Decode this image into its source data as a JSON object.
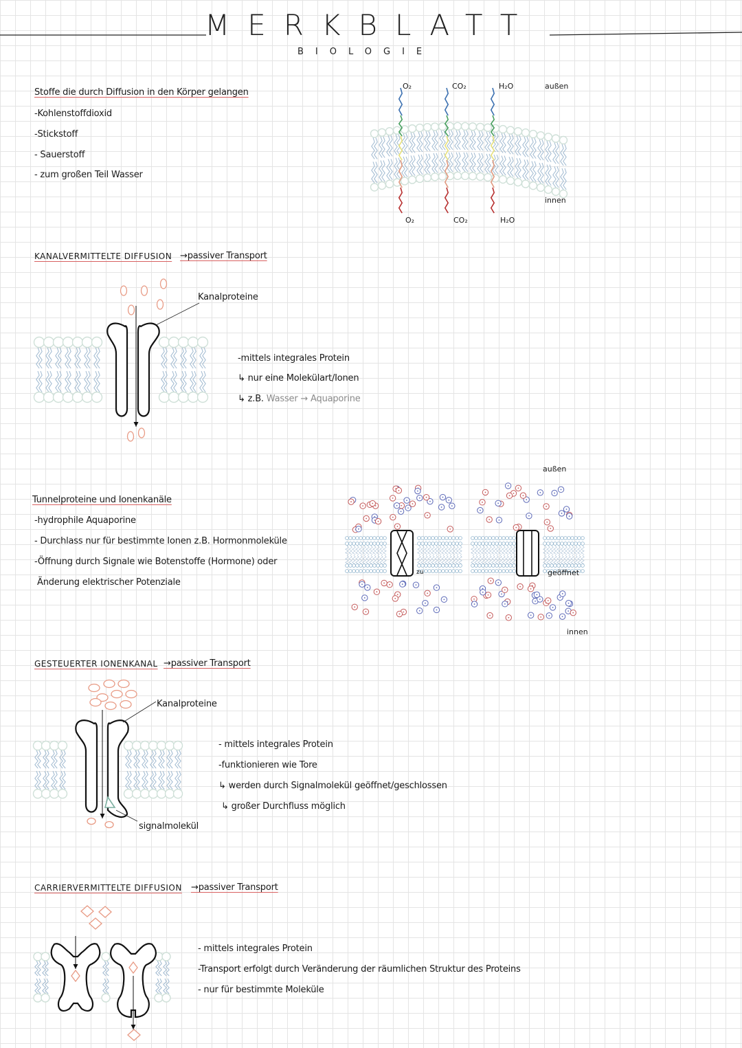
{
  "header": {
    "title": "MERKBLATT",
    "subtitle": "BIOLOGIE"
  },
  "section1": {
    "heading": "Stoffe die durch Diffusion in den Körper gelangen",
    "items": [
      "-Kohlenstoffdioxid",
      "-Stickstoff",
      "- Sauerstoff",
      "- zum großen Teil Wasser"
    ],
    "diagram": {
      "top_labels": [
        "O₂",
        "CO₂",
        "H₂O"
      ],
      "bottom_labels": [
        "O₂",
        "CO₂",
        "H₂O"
      ],
      "outside": "außen",
      "inside": "innen"
    }
  },
  "section2": {
    "heading": "KANALVERMITTELTE DIFFUSION",
    "tag": "→passiver Transport",
    "label": "Kanalproteine",
    "bullet": "-mittels integrales Protein",
    "arrow1": "nur eine Molekülart/Ionen",
    "arrow2_prefix": "z.B.",
    "arrow2_a": "Wasser",
    "arrow2_b": "→ Aquaporine"
  },
  "section3": {
    "heading": "Tunnelproteine und Ionenkanäle",
    "items": [
      "-hydrophile Aquaporine",
      "- Durchlass nur für bestimmte Ionen z.B. Hormonmoleküle",
      "-Öffnung durch Signale wie Botenstoffe (Hormone) oder",
      "Änderung elektrischer Potenziale"
    ],
    "diagram": {
      "outside": "außen",
      "inside": "innen",
      "closed": "zu",
      "open": "geöffnet"
    }
  },
  "section4": {
    "heading": "GESTEUERTER IONENKANAL",
    "tag": "→passiver Transport",
    "label": "Kanalproteine",
    "signal": "signalmolekül",
    "bullet1": "- mittels integrales Protein",
    "bullet2": "-funktionieren wie Tore",
    "arrow1": "werden durch Signalmolekül geöffnet/geschlossen",
    "arrow2": "großer Durchfluss möglich"
  },
  "section5": {
    "heading": "CARRIERVERMITTELTE DIFFUSION",
    "tag": "→passiver Transport",
    "items": [
      "- mittels integrales Protein",
      "-Transport erfolgt durch Veränderung der räumlichen Struktur des Proteins",
      "- nur für bestimmte Moleküle"
    ]
  },
  "colors": {
    "membrane_head": "#cfe0d8",
    "membrane_tail": "#9fb9d0",
    "molecule": "#e89a84",
    "ion_red": "#c45a5a",
    "ion_blue": "#5d6ab8",
    "heading_underline": "#d86060"
  }
}
